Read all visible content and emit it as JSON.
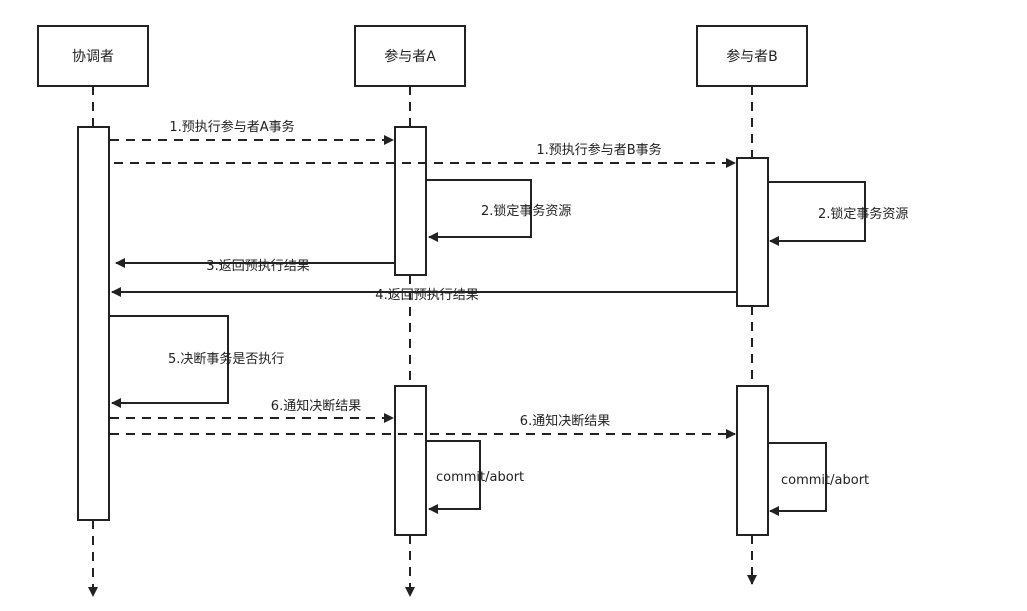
{
  "participants": [
    {
      "id": "coordinator",
      "label": "协调者"
    },
    {
      "id": "participant_a",
      "label": "参与者A"
    },
    {
      "id": "participant_b",
      "label": "参与者B"
    }
  ],
  "messages": [
    {
      "id": "m1a",
      "from": "coordinator",
      "to": "participant_a",
      "label": "1.预执行参与者A事务",
      "style": "dashed"
    },
    {
      "id": "m1b",
      "from": "coordinator",
      "to": "participant_b",
      "label": "1.预执行参与者B事务",
      "style": "dashed"
    },
    {
      "id": "m2a",
      "from": "participant_a",
      "to": "participant_a",
      "label": "2.锁定事务资源",
      "style": "solid"
    },
    {
      "id": "m2b",
      "from": "participant_b",
      "to": "participant_b",
      "label": "2.锁定事务资源",
      "style": "solid"
    },
    {
      "id": "m3",
      "from": "participant_a",
      "to": "coordinator",
      "label": "3.返回预执行结果",
      "style": "solid"
    },
    {
      "id": "m4",
      "from": "participant_b",
      "to": "coordinator",
      "label": "4.返回预执行结果",
      "style": "solid"
    },
    {
      "id": "m5",
      "from": "coordinator",
      "to": "coordinator",
      "label": "5.决断事务是否执行",
      "style": "solid"
    },
    {
      "id": "m6a",
      "from": "coordinator",
      "to": "participant_a",
      "label": "6.通知决断结果",
      "style": "dashed"
    },
    {
      "id": "m6b",
      "from": "coordinator",
      "to": "participant_b",
      "label": "6.通知决断结果",
      "style": "dashed"
    },
    {
      "id": "m7a",
      "from": "participant_a",
      "to": "participant_a",
      "label": "commit/abort",
      "style": "solid"
    },
    {
      "id": "m7b",
      "from": "participant_b",
      "to": "participant_b",
      "label": "commit/abort",
      "style": "solid"
    }
  ]
}
